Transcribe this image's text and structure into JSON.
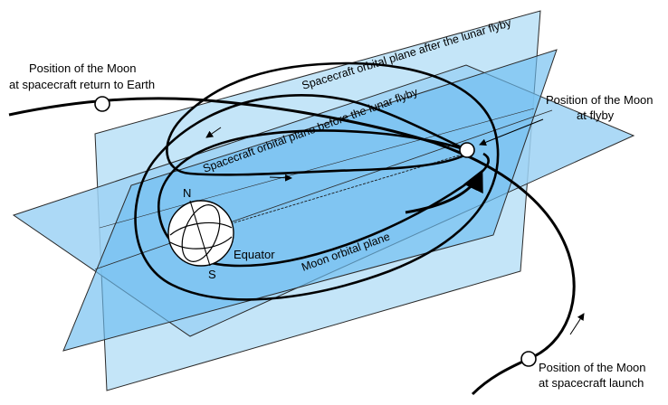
{
  "labels": {
    "moon_return_line1": "Position of the Moon",
    "moon_return_line2": "at spacecraft return to Earth",
    "moon_flyby_line1": "Position of the Moon",
    "moon_flyby_line2": "at flyby",
    "moon_launch_line1": "Position of the Moon",
    "moon_launch_line2": "at spacecraft launch",
    "plane_after": "Spacecraft orbital plane after the lunar flyby",
    "plane_before": "Spacecraft orbital plane before the lunar flyby",
    "moon_plane": "Moon orbital plane",
    "equator": "Equator",
    "north": "N",
    "south": "S"
  },
  "colors": {
    "plane_after_fill": "#bfe3f8",
    "plane_before_fill": "#9fd3f5",
    "moon_plane_fill": "#7cc4f0",
    "overlap_fill": "#62b8ee",
    "stroke": "#1a1a1a"
  }
}
